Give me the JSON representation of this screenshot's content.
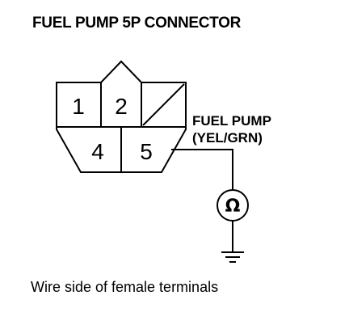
{
  "title": "FUEL PUMP 5P CONNECTOR",
  "connector": {
    "terminals": {
      "t1": "1",
      "t2": "2",
      "t4": "4",
      "t5": "5"
    }
  },
  "wire_label": {
    "line1": "FUEL PUMP",
    "line2": "(YEL/GRN)"
  },
  "meter_symbol": "Ω",
  "ground_icon": "ground-icon",
  "caption": "Wire side of female terminals"
}
